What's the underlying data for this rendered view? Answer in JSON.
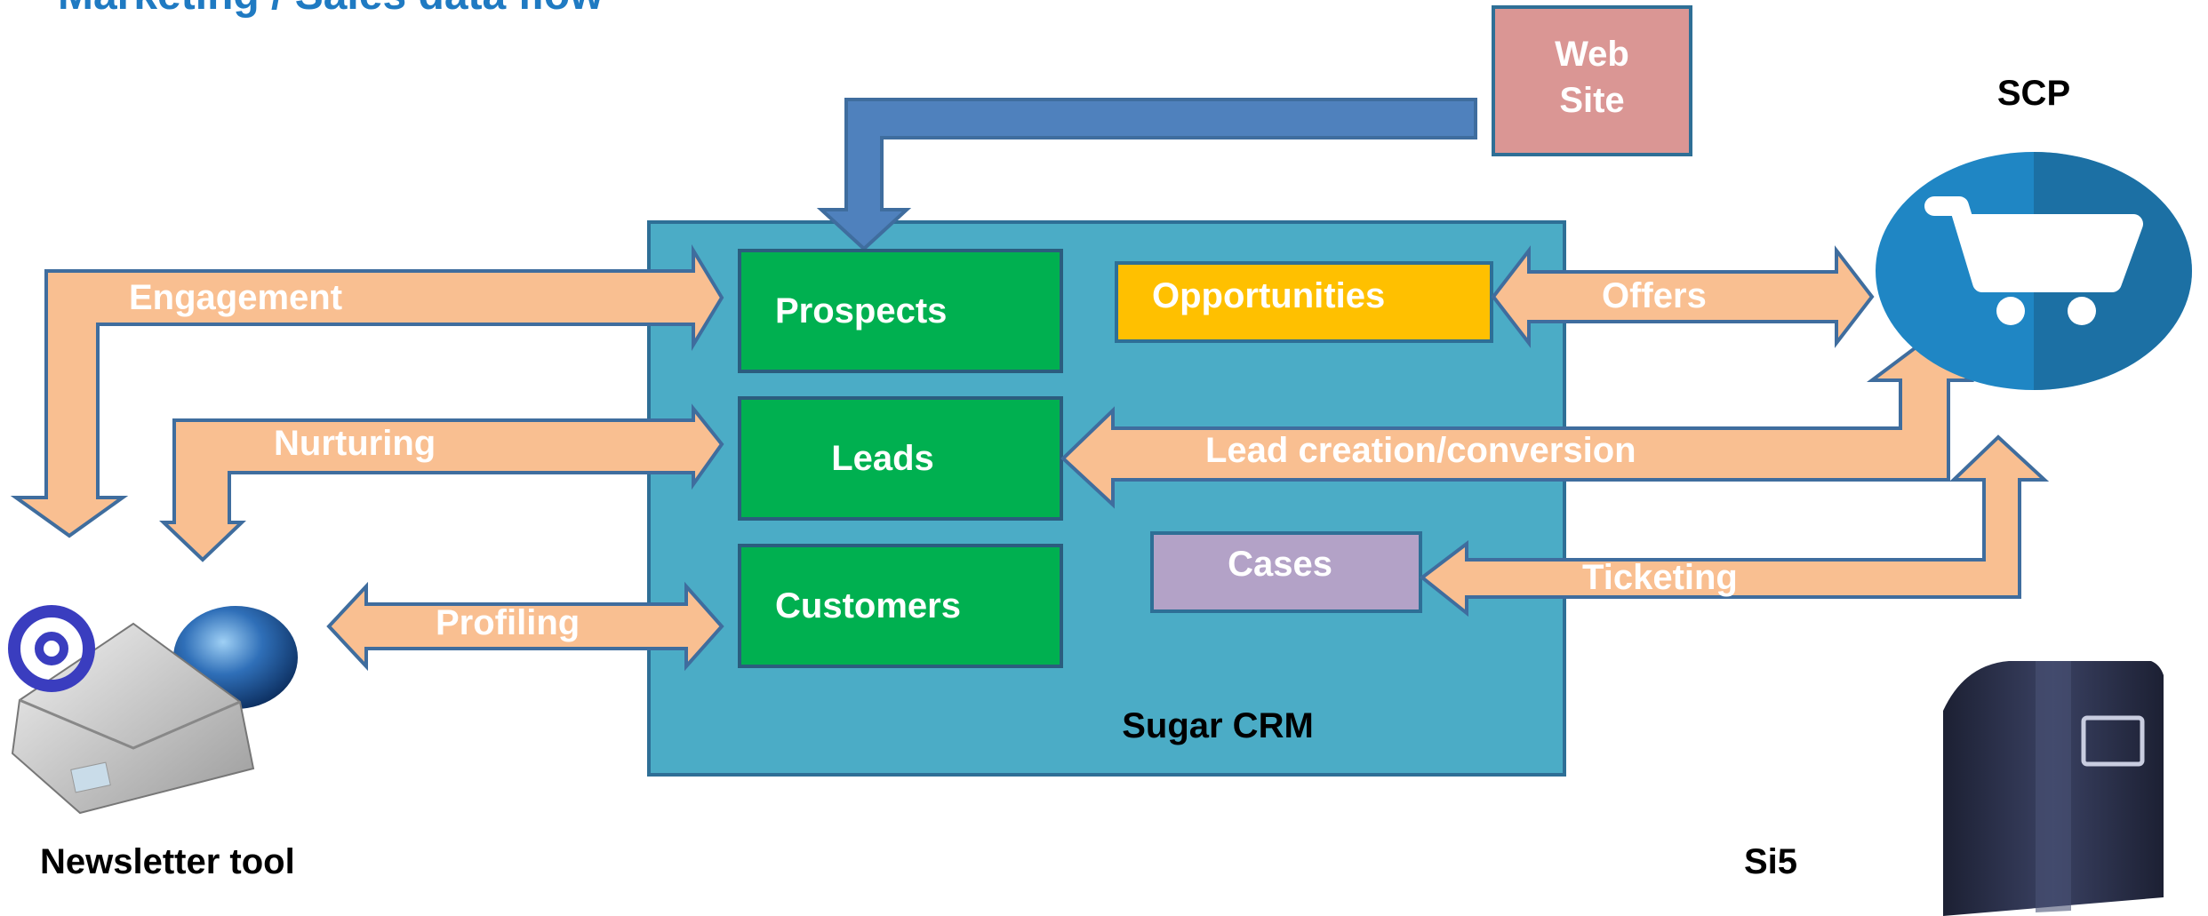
{
  "title": "Marketing / Sales data flow",
  "colors": {
    "title": "#1f7ac2",
    "crm_box": "#4bacc6",
    "crm_border": "#2e6f96",
    "green_box": "#00b050",
    "green_border": "#2b5d7e",
    "opportunities": "#ffc000",
    "cases": "#b3a2c7",
    "website": "#da9694",
    "arrow_fill": "#f9bf91",
    "arrow_stroke": "#3f6d9e",
    "blue_arrow": "#4f81bd",
    "scp_circle": "#1f86c4",
    "server": "#2a2f48"
  },
  "crm": {
    "label": "Sugar CRM",
    "boxes": {
      "prospects": "Prospects",
      "leads": "Leads",
      "customers": "Customers",
      "opportunities": "Opportunities",
      "cases": "Cases"
    }
  },
  "website": {
    "line1": "Web",
    "line2": "Site"
  },
  "arrows": {
    "engagement": "Engagement",
    "nurturing": "Nurturing",
    "profiling": "Profiling",
    "offers": "Offers",
    "lead_creation": "Lead creation/conversion",
    "ticketing": "Ticketing"
  },
  "systems": {
    "newsletter": "Newsletter tool",
    "scp": "SCP",
    "si5": "Si5"
  },
  "icons": {
    "newsletter": "email-envelope-globe-icon",
    "scp": "shopping-cart-icon",
    "si5": "server-icon"
  }
}
